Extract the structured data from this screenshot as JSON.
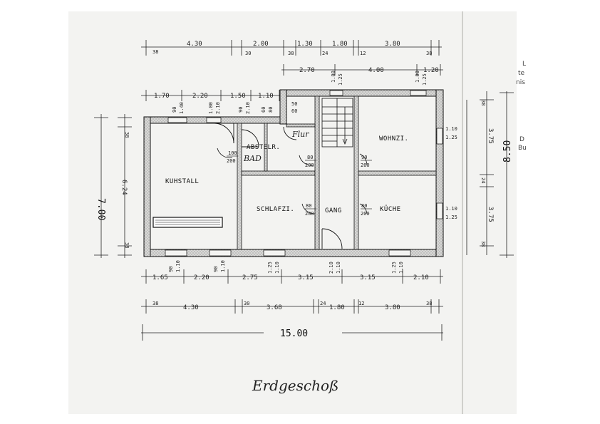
{
  "plan": {
    "top_dims_row1": [
      "4.30",
      "2.00",
      "1.30",
      "1.80",
      "3.80"
    ],
    "top_dims_row1_small": [
      "38",
      "30",
      "38",
      "24",
      "12",
      "38"
    ],
    "top_dims_row2": [
      "2.70",
      "4.00",
      "1.20"
    ],
    "top_dims_row3": [
      "1.70",
      "2.20",
      "1.50",
      "1.10"
    ],
    "window_labels_top": [
      "90",
      "1.40",
      "1.00",
      "2.10",
      "90",
      "2.10",
      "60",
      "50",
      "60",
      "80",
      "1.00",
      "1.25",
      "1.00",
      "1.25"
    ],
    "bottom_dims_row1": [
      "1.65",
      "2.20",
      "2.75",
      "3.15",
      "3.15",
      "2.10"
    ],
    "window_labels_bottom": [
      "90",
      "1.10",
      "90",
      "1.10",
      "1.25",
      "1.10",
      "2.10",
      "1.10",
      "1.25",
      "1.10"
    ],
    "bottom_dims_row2": [
      "38",
      "4.30",
      "30",
      "3.68",
      "24",
      "1.80",
      "12",
      "3.80",
      "38"
    ],
    "total_width": "15.00",
    "left_dims": [
      "7.00",
      "6.24"
    ],
    "left_small": [
      "38",
      "38"
    ],
    "right_dims": [
      "3.75",
      "3.75",
      "8.50"
    ],
    "right_small": [
      "38",
      "24",
      "38"
    ],
    "right_window_labels": [
      "1.10",
      "1.25",
      "1.10",
      "1.25"
    ],
    "rooms": {
      "kuhstall": "KUHSTALL",
      "abstell": "ABSTELR.",
      "bad": "BAD",
      "flur": "Flur",
      "wohnzi": "WOHNZI.",
      "schlafzi": "SCHLAFZI.",
      "gang": "GANG",
      "kueche": "KÜCHE"
    },
    "doors": [
      [
        "100",
        "200"
      ],
      [
        "80",
        "200"
      ],
      [
        "90",
        "200"
      ],
      [
        "80",
        "200"
      ],
      [
        "80",
        "200"
      ]
    ],
    "caption": "Erdgeschoß",
    "edge_text": [
      "L",
      "te",
      "nis",
      "D",
      "Bu"
    ]
  }
}
